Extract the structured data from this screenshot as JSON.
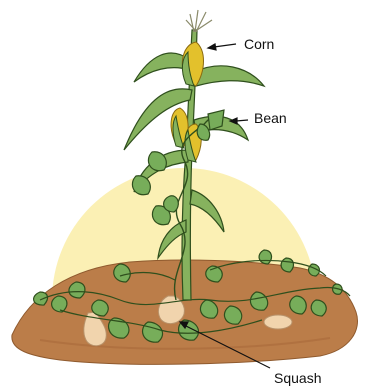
{
  "labels": {
    "corn": "Corn",
    "bean": "Bean",
    "squash": "Squash"
  },
  "colors": {
    "sun": "#fbf0b4",
    "soil": "#bb7d49",
    "soil_dark": "#a8693b",
    "leaf": "#77ad5a",
    "leaf_dark": "#2f4f1d",
    "corn_cob": "#e3c12c",
    "corn_husk": "#86b25e",
    "squash": "#f1d4ad",
    "tassel": "#8a8a6a"
  },
  "icons": [
    "corn-plant",
    "bean-vine",
    "squash-plant",
    "sun"
  ]
}
